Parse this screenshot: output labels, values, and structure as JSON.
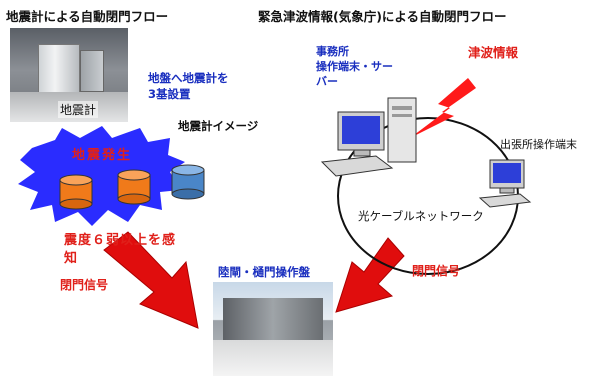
{
  "left_title": "地震計による自動閉門フロー",
  "right_title": "緊急津波情報(気象庁)による自動閉門フロー",
  "seismometer_photo_label": "地震計",
  "install_note": "地盤へ地震計を\n3基設置",
  "seismometer_image_label": "地震計イメージ",
  "earthquake_label": "地震発生",
  "intensity_label": "震度６弱以上を感\n知",
  "close_signal_left": "閉門信号",
  "office_label": "事務所\n操作端末・サー\nバー",
  "tsunami_info": "津波情報",
  "outpost_label": "出張所操作端末",
  "network_label": "光ケーブルネットワーク",
  "close_signal_right": "閉門信号",
  "gate_label": "陸閘・樋門操作盤",
  "colors": {
    "red": "#e0201a",
    "blue": "#1a2fbf",
    "burst": "#2a2cff",
    "cylinder_orange": "#f07a1a",
    "cylinder_blue": "#4a86c8"
  }
}
